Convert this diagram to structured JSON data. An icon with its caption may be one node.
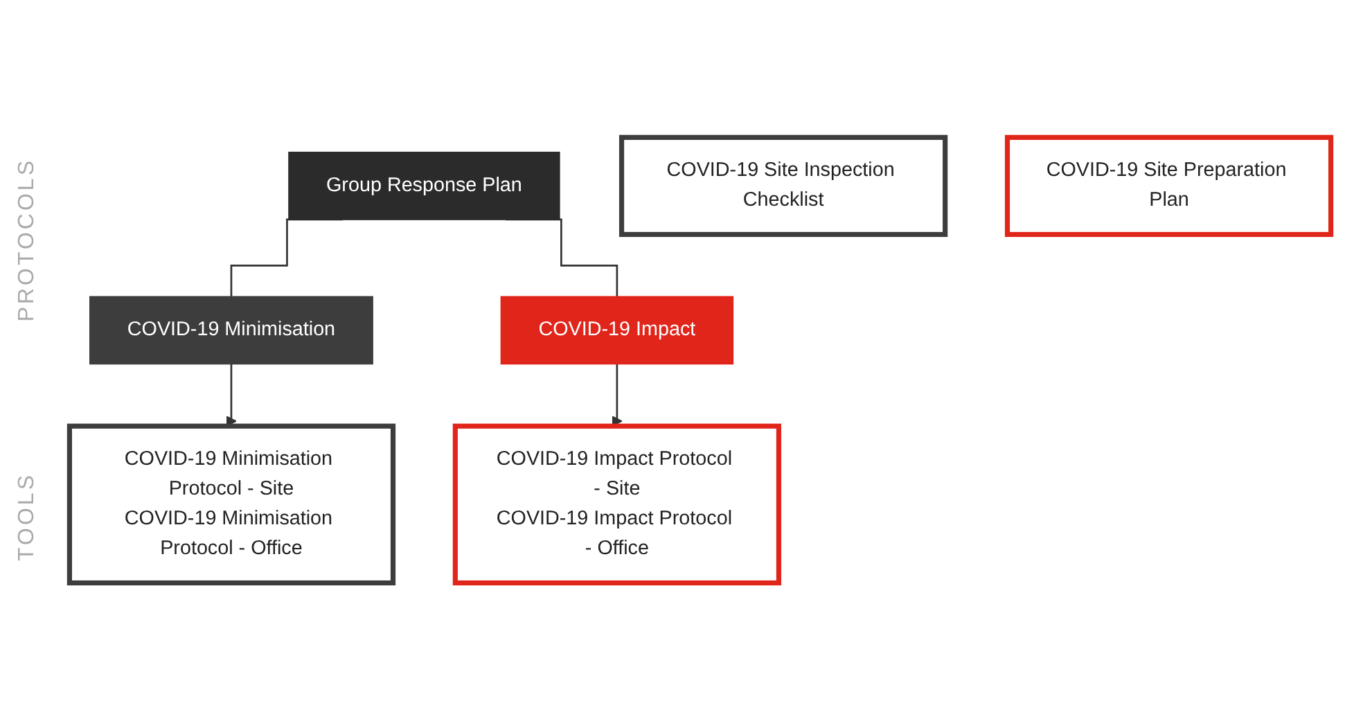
{
  "diagram": {
    "nodes": [
      {
        "text": [
          "Group Response Plan"
        ]
      },
      {
        "text": [
          "COVID-19 Minimisation"
        ]
      },
      {
        "text": [
          "COVID-19 Impact"
        ]
      },
      {
        "text": [
          "COVID-19 Minimisation Protocol - Site",
          "COVID-19 Minimisation Protocol - Office"
        ]
      },
      {
        "text": [
          "COVID-19 Impact Protocol - Site",
          "COVID-19 Impact Protocol - Office"
        ]
      },
      {
        "text": [
          "COVID-19 Site Inspection Checklist"
        ]
      },
      {
        "text": [
          "COVID-19 Site Preparation Plan"
        ]
      }
    ],
    "edges": [
      {
        "from": 0,
        "to": 1,
        "arrow": "none"
      },
      {
        "from": 0,
        "to": 2,
        "arrow": "none"
      },
      {
        "from": 1,
        "to": 3,
        "arrow": "to"
      },
      {
        "from": 2,
        "to": 4,
        "arrow": "to"
      }
    ],
    "labels": [
      "PROTOCOLS",
      "TOOLS"
    ]
  }
}
